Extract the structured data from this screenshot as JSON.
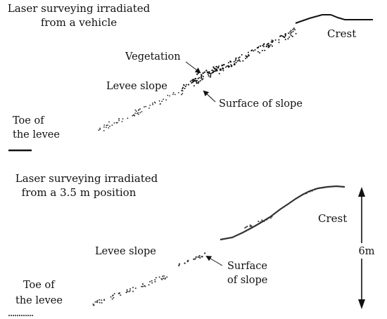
{
  "top_panel": {
    "title_line1": "Laser surveying irradiated",
    "title_line2": "from a vehicle",
    "crest_label": "Crest",
    "vegetation_label": "Vegetation",
    "levee_slope_label": "Levee slope",
    "surface_label": "Surface of slope",
    "toe_line1": "Toe of",
    "toe_line2": "the levee"
  },
  "bottom_panel": {
    "title_line1": "Laser surveying irradiated",
    "title_line2": "from a 3.5 m position",
    "crest_label": "Crest",
    "levee_slope_label": "Levee slope",
    "surface_line1": "Surface",
    "surface_line2": "of slope",
    "toe_line1": "Toe of",
    "toe_line2": "the levee",
    "height_label": "6m"
  }
}
